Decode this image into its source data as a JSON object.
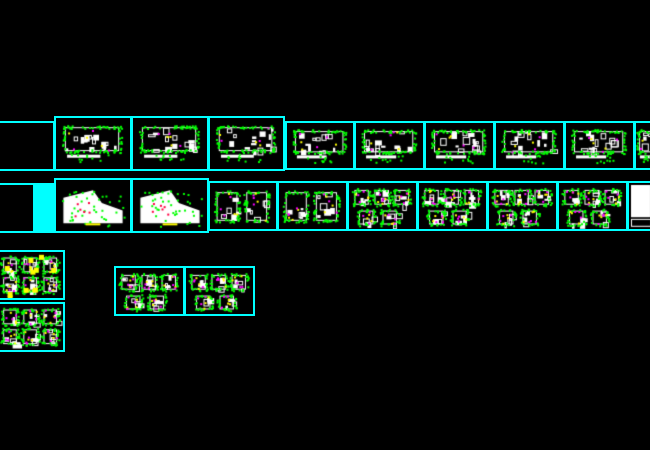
{
  "viewport": {
    "background": "#000000"
  },
  "colors": {
    "frame": "#00ffff",
    "linework": "#ffffff",
    "dimensions": "#00ff00",
    "highlight": "#ffff00",
    "accent": "#ff00ff",
    "hatch": "#ff0040"
  },
  "drawing": {
    "row1_sheet_count": 10,
    "row2_sheet_count": 10,
    "detail_sheet_count": 4
  }
}
